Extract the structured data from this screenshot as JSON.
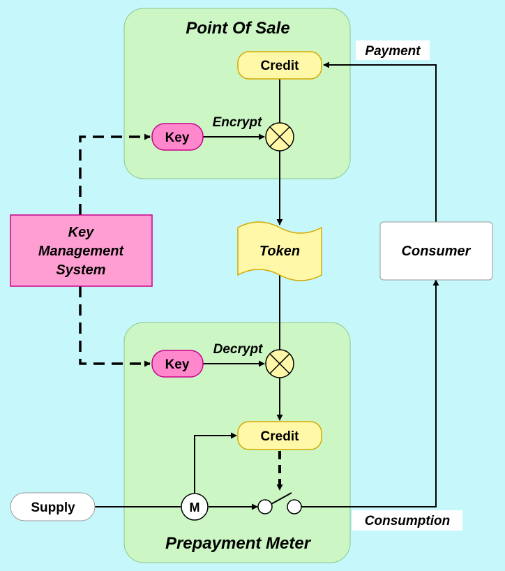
{
  "groups": {
    "point_of_sale": "Point Of Sale",
    "prepayment_meter": "Prepayment Meter"
  },
  "nodes": {
    "credit_top": "Credit",
    "key_top": "Key",
    "token": "Token",
    "kms_line1": "Key",
    "kms_line2": "Management",
    "kms_line3": "System",
    "key_bottom": "Key",
    "credit_bottom": "Credit",
    "consumer": "Consumer",
    "supply": "Supply",
    "meter": "M"
  },
  "edges": {
    "payment": "Payment",
    "encrypt": "Encrypt",
    "decrypt": "Decrypt",
    "consumption": "Consumption"
  },
  "colors": {
    "background": "#c6f8fb",
    "group_fill": "#ccf7c5",
    "credit_fill": "#fff8a8",
    "key_fill": "#ff88cc",
    "kms_fill": "#ff9ed2",
    "white": "#ffffff"
  }
}
